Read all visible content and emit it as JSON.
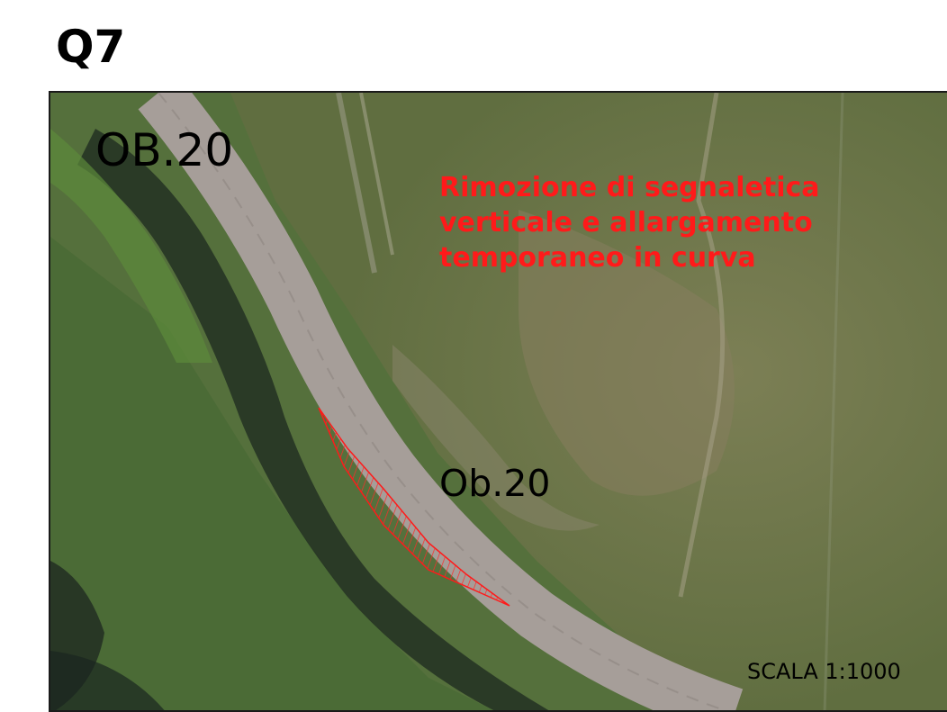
{
  "page": {
    "title": "Q7"
  },
  "map": {
    "labels": {
      "upper": "OB.20",
      "lower": "Ob.20"
    },
    "annotation": "Rimozione di segnaletica\nverticale e allargamento\ntemporaneo in curva",
    "scale": "SCALA 1:1000",
    "colors": {
      "annotation": "#ff1a1a",
      "hatch": "#ff2a2a",
      "vegetation": "#4f6a3a",
      "road": "#a39a96"
    }
  }
}
